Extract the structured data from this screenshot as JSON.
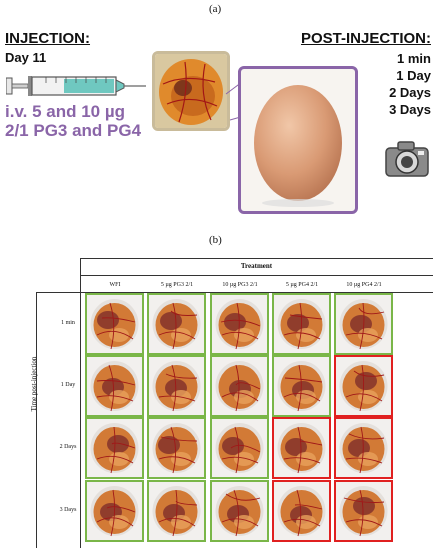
{
  "panel_a": {
    "label": "(a)",
    "injection_title": "INJECTION:",
    "injection_day": "Day 11",
    "dose_line1": "i.v. 5 and 10 µg",
    "dose_line2": "2/1 PG3 and PG4",
    "post_title": "POST-INJECTION:",
    "post_times": [
      "1 min",
      "1 Day",
      "2 Days",
      "3 Days"
    ],
    "colors": {
      "accent": "#8a65a8",
      "syringe_fluid": "#6fc8c0"
    }
  },
  "panel_b": {
    "label": "(b)",
    "treatment_label": "Treatment",
    "row_axis_label": "Time post-injection",
    "columns": [
      "WFI",
      "5 µg PG3 2/1",
      "10 µg PG3 2/1",
      "5 µg PG4 2/1",
      "10 µg PG4 2/1"
    ],
    "rows": [
      "1 min",
      "1 Day",
      "2 Days",
      "3 Days"
    ],
    "cell_status": [
      [
        "green",
        "green",
        "green",
        "green",
        "green"
      ],
      [
        "green",
        "green",
        "green",
        "green",
        "red"
      ],
      [
        "green",
        "green",
        "green",
        "red",
        "red"
      ],
      [
        "green",
        "green",
        "green",
        "red",
        "red"
      ]
    ],
    "colors": {
      "green": "#7ab648",
      "red": "#e02020"
    }
  }
}
